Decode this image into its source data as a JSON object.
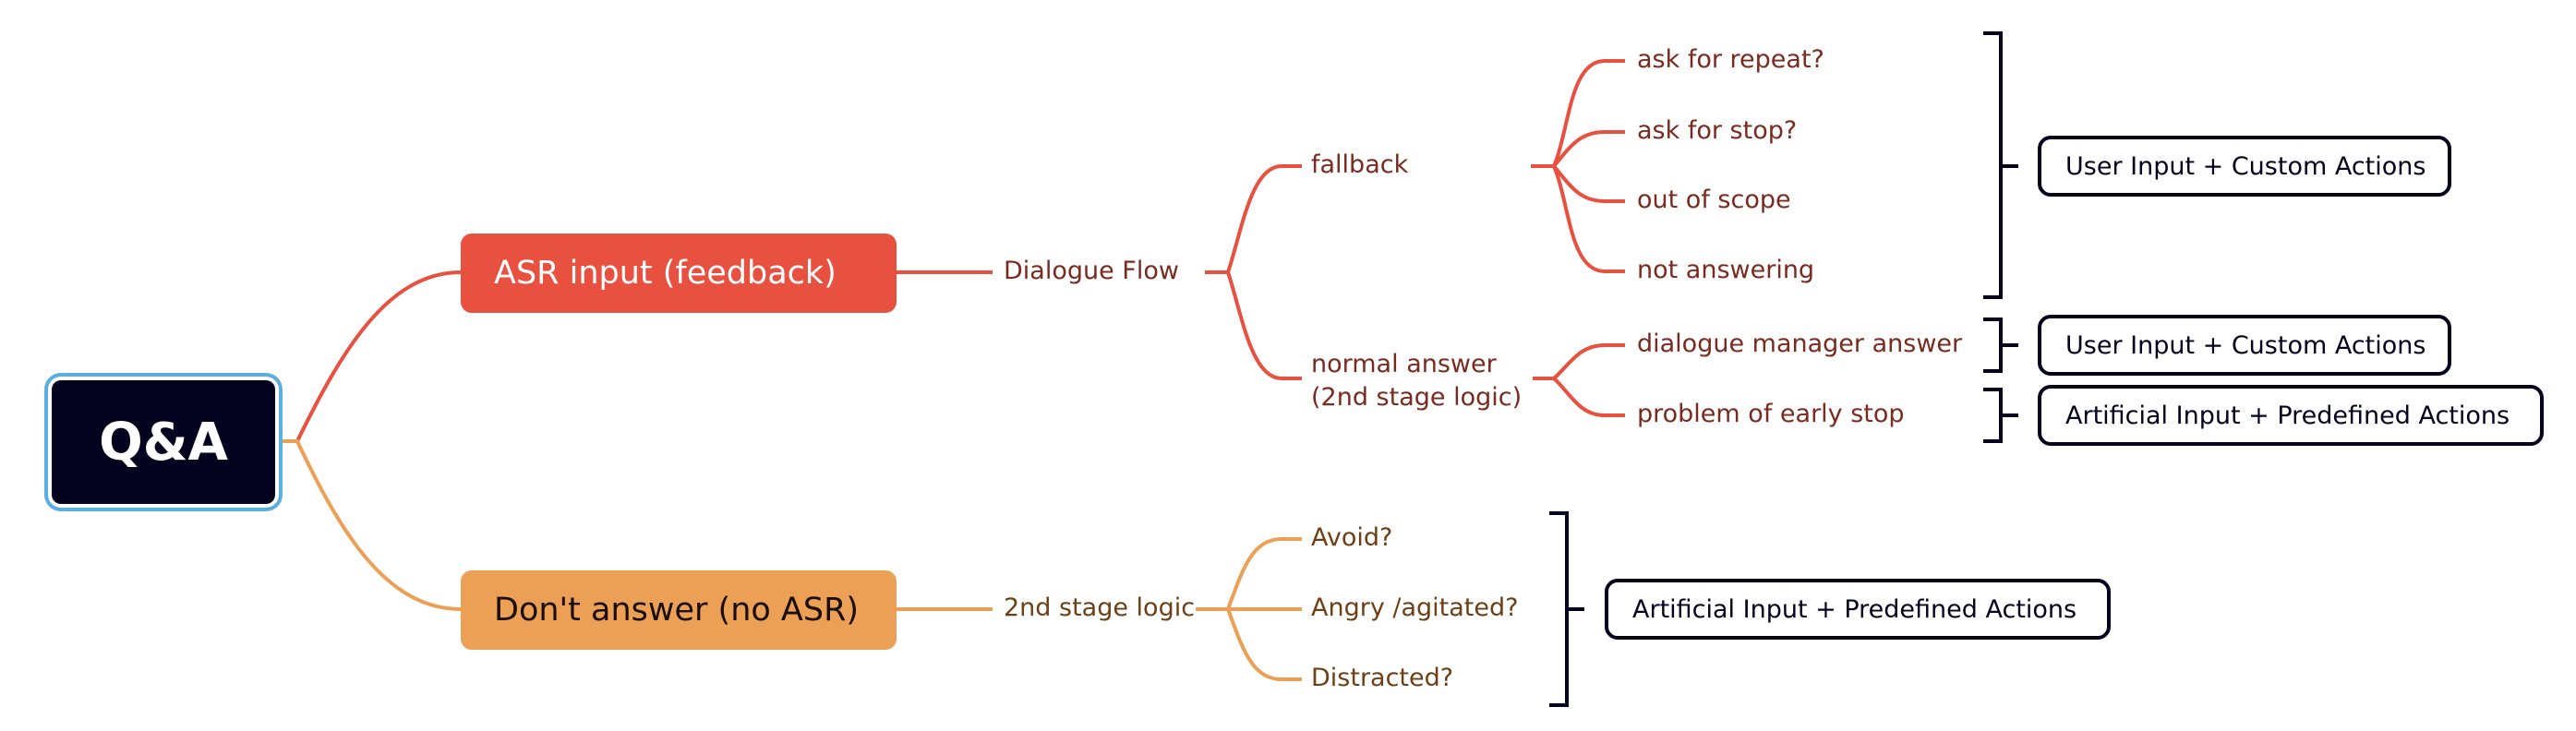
{
  "colors": {
    "red": "#e8503f",
    "orange": "#eba055",
    "navy": "#03031f",
    "root_border": "#5aaee0"
  },
  "root": {
    "label": "Q&A"
  },
  "branches": {
    "asr": {
      "label": "ASR input (feedback)",
      "child": "Dialogue Flow",
      "fallback": {
        "label": "fallback",
        "children": [
          "ask for repeat?",
          "ask for stop?",
          "out of scope",
          "not answering"
        ],
        "result": "User Input + Custom Actions"
      },
      "normal": {
        "label_line1": "normal answer",
        "label_line2": "(2nd stage logic)",
        "children": [
          "dialogue manager answer",
          "problem of early stop"
        ],
        "results": [
          "User Input + Custom Actions",
          "Artificial Input + Predefined Actions"
        ]
      }
    },
    "no_asr": {
      "label": "Don't answer (no ASR)",
      "child": "2nd stage logic",
      "children": [
        "Avoid?",
        "Angry /agitated?",
        "Distracted?"
      ],
      "result": "Artificial Input + Predefined Actions"
    }
  }
}
